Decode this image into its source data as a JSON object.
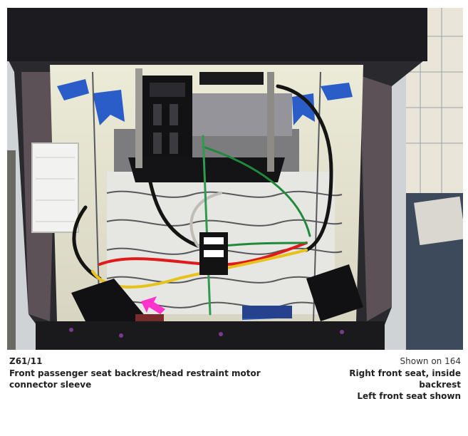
{
  "caption": {
    "ref": "Z61/11",
    "description": "Front passenger seat backrest/head restraint motor connector sleeve",
    "shown_on": "Shown on 164",
    "location": "Right front seat, inside backrest",
    "note": "Left front seat shown"
  },
  "photo": {
    "subject": "seat backrest interior wiring",
    "marker_color": "#ff33cc"
  }
}
